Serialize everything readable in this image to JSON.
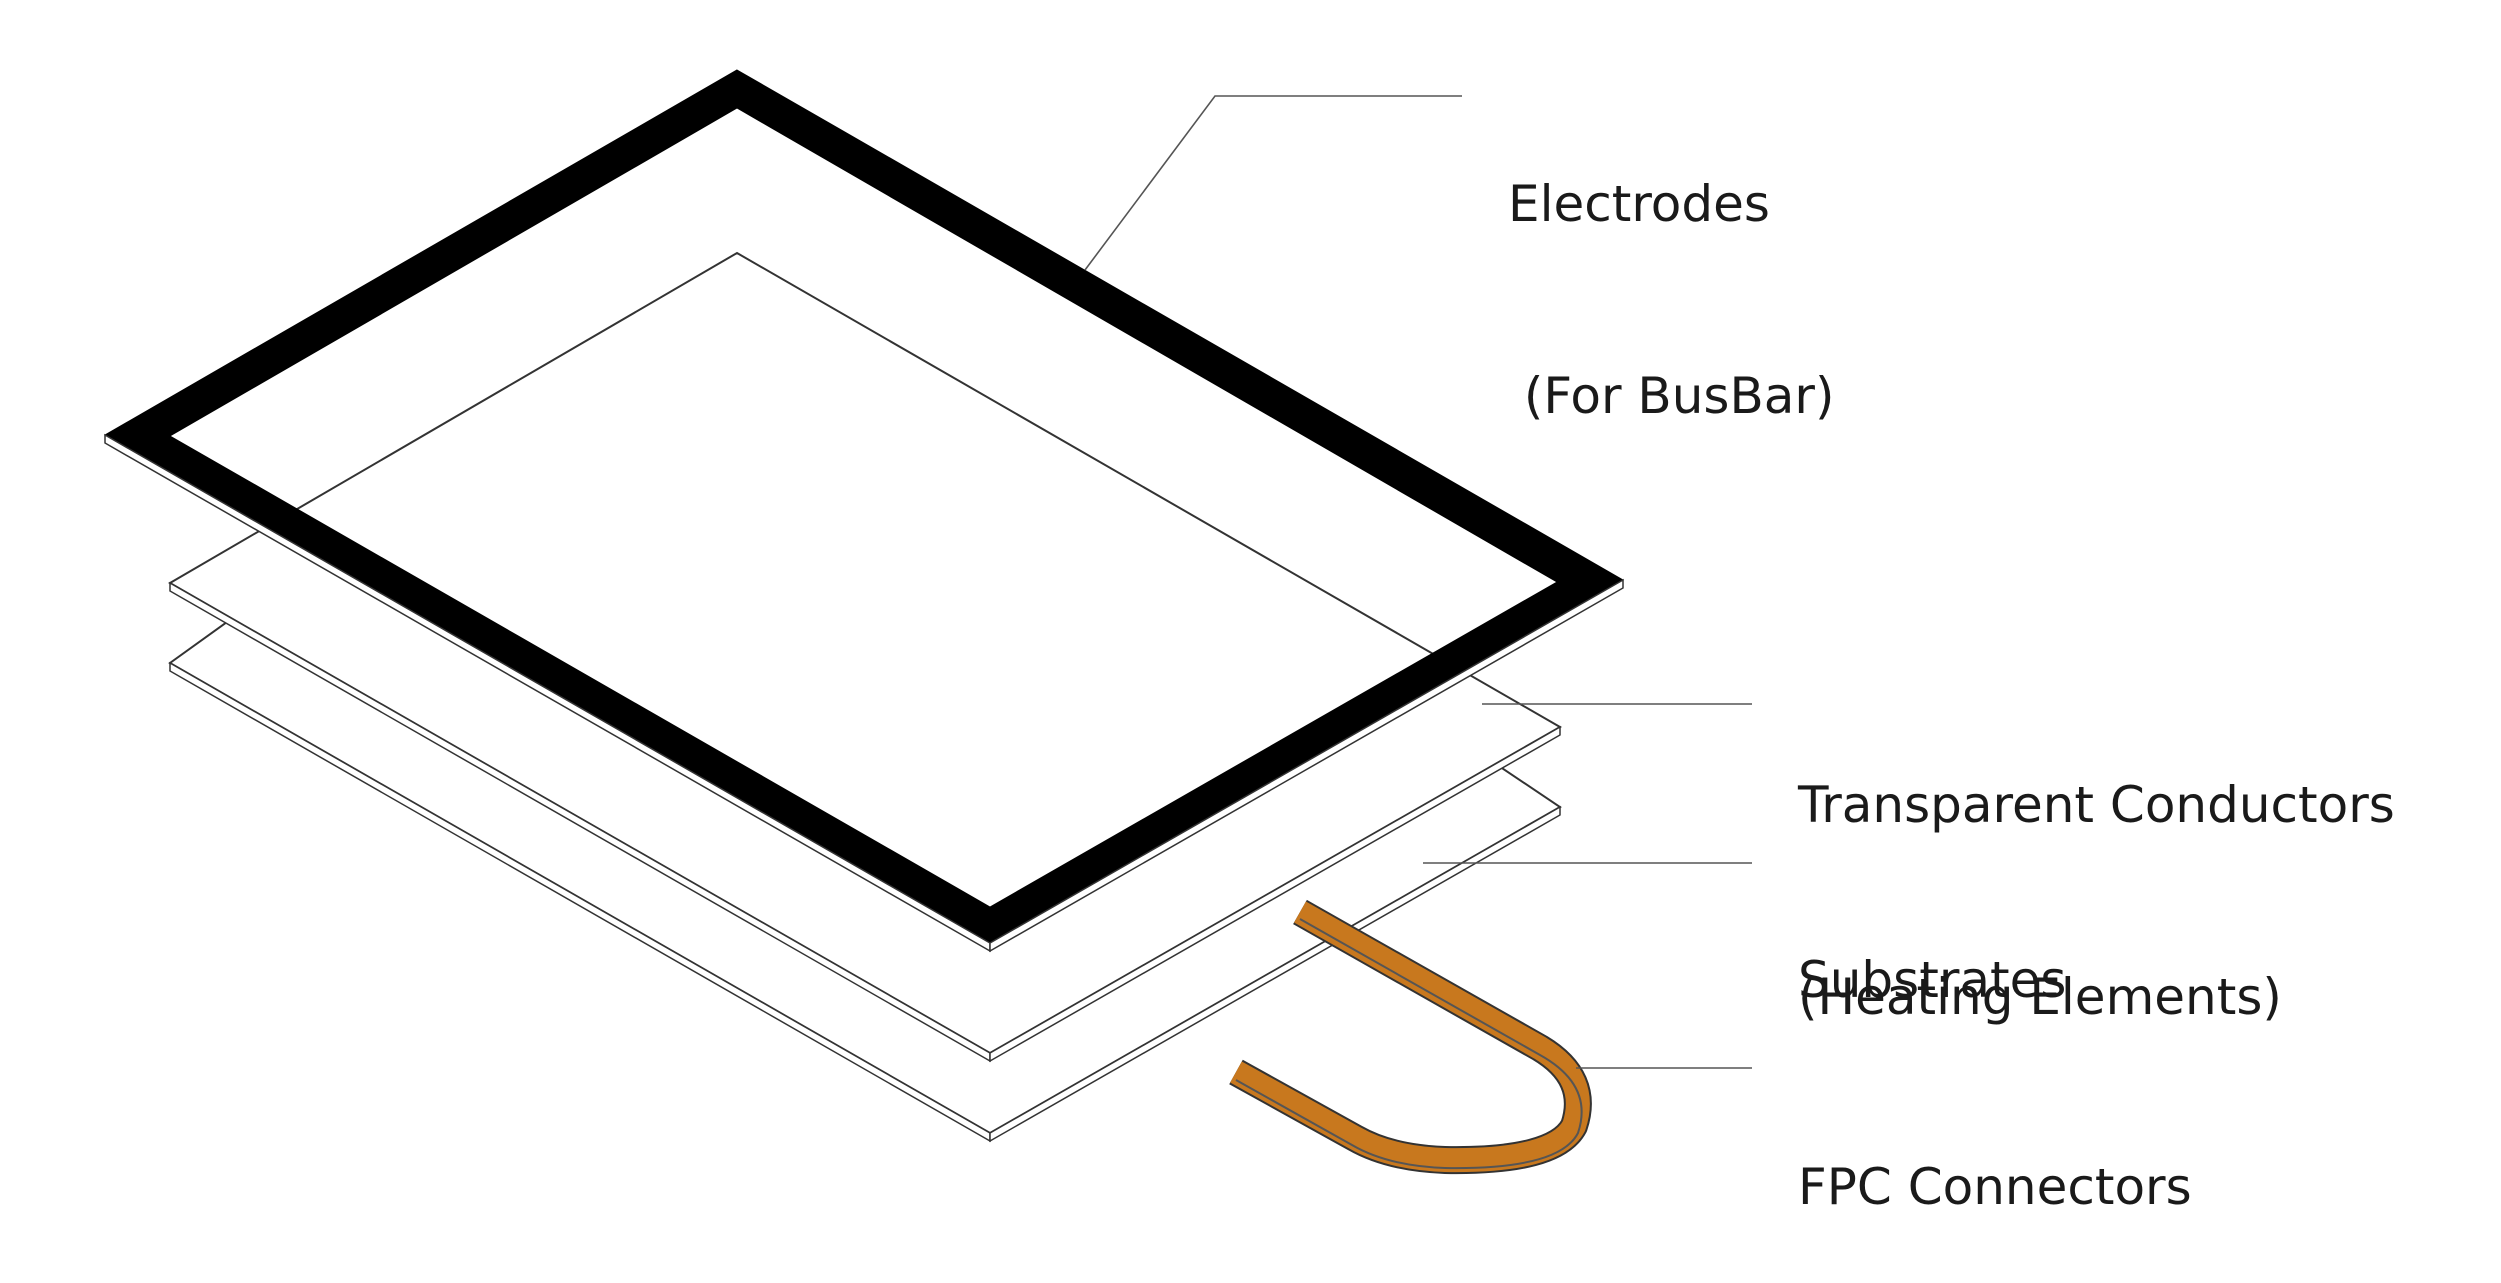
{
  "labels": {
    "electrodes": {
      "line1": "Electrodes",
      "line2": " (For BusBar)"
    },
    "conductors": {
      "line1": "Transparent Conductors",
      "line2": "(Heating Elements)"
    },
    "substrates": {
      "line1": "Substrates"
    },
    "fpc": {
      "line1": "FPC Connectors"
    }
  },
  "colors": {
    "electrode_frame": "#000000",
    "fpc_connector": "#c8781e",
    "outline": "#333333",
    "leader_line": "#555555"
  }
}
